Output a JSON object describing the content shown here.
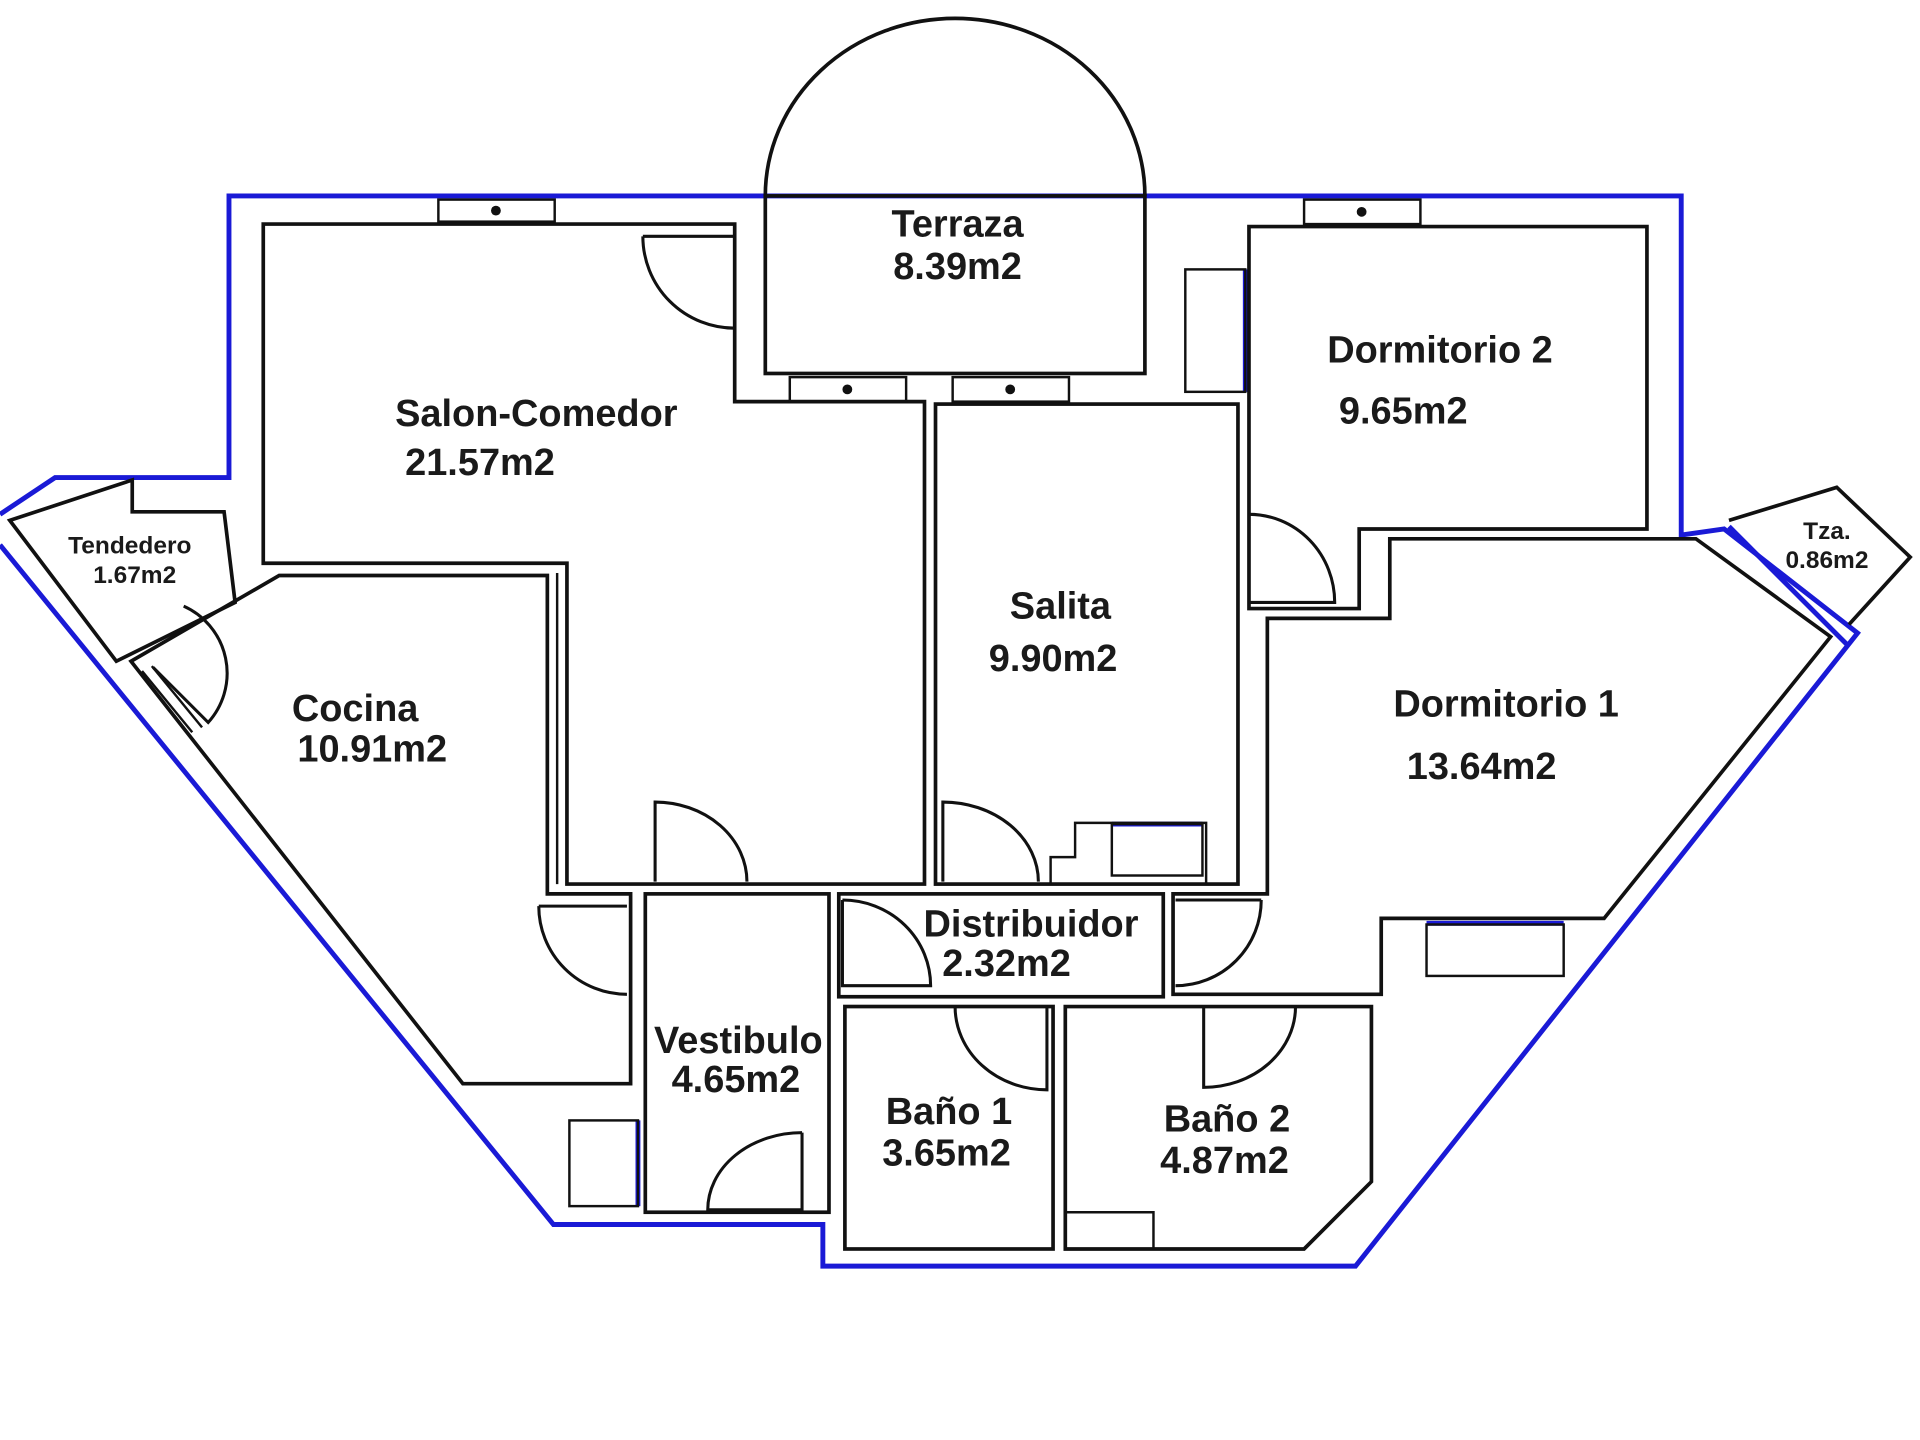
{
  "colors": {
    "boundary": "#1a1ad6",
    "walls": "#111111",
    "background": "#ffffff"
  },
  "rooms": {
    "terraza": {
      "name": "Terraza",
      "area": "8.39m2"
    },
    "salon": {
      "name": "Salon-Comedor",
      "area": "21.57m2"
    },
    "dormitorio2": {
      "name": "Dormitorio 2",
      "area": "9.65m2"
    },
    "tendedero": {
      "name": "Tendedero",
      "area": "1.67m2"
    },
    "salita": {
      "name": "Salita",
      "area": "9.90m2"
    },
    "tza": {
      "name": "Tza.",
      "area": "0.86m2"
    },
    "cocina": {
      "name": "Cocina",
      "area": "10.91m2"
    },
    "dormitorio1": {
      "name": "Dormitorio 1",
      "area": "13.64m2"
    },
    "distribuidor": {
      "name": "Distribuidor",
      "area": "2.32m2"
    },
    "vestibulo": {
      "name": "Vestibulo",
      "area": "4.65m2"
    },
    "bano1": {
      "name": "Baño 1",
      "area": "3.65m2"
    },
    "bano2": {
      "name": "Baño 2",
      "area": "4.87m2"
    }
  }
}
